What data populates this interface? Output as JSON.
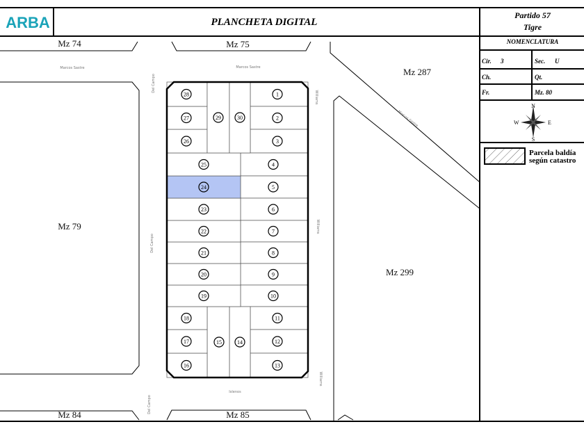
{
  "header": {
    "logo": "ARBA",
    "title": "PLANCHETA DIGITAL",
    "partido": "Partido 57",
    "localidad": "Tigre"
  },
  "nomenclatura": {
    "title": "NOMENCLATURA",
    "cir": "Cir.",
    "cir_value": "3",
    "sec": "Sec.",
    "sec_value": "U",
    "ch": "Ch.",
    "qt": "Qt.",
    "fr": "Fr.",
    "mz": "Mz. 80"
  },
  "compass": {
    "n": "N",
    "s": "S",
    "e": "E",
    "w": "W"
  },
  "legend": {
    "line1": "Parcela baldía",
    "line2": "según catastro"
  },
  "manzanas": {
    "mz74": "Mz 74",
    "mz75": "Mz 75",
    "mz287": "Mz 287",
    "mz79": "Mz 79",
    "mz299": "Mz 299",
    "mz84": "Mz 84",
    "mz85": "Mz 85"
  },
  "streets": {
    "marcos_sastre": "Marcos Sastre",
    "del_campo": "Del Campo",
    "williams": "Williams",
    "islenos": "Islenos"
  },
  "parcels": [
    "1",
    "2",
    "3",
    "4",
    "5",
    "6",
    "7",
    "8",
    "9",
    "10",
    "11",
    "12",
    "13",
    "14",
    "15",
    "16",
    "17",
    "18",
    "19",
    "20",
    "21",
    "22",
    "23",
    "24",
    "25",
    "26",
    "27",
    "28",
    "29",
    "30"
  ],
  "selected_parcel": "24",
  "colors": {
    "logo": "#1aa3b8",
    "selected": "#b4c5f4"
  }
}
